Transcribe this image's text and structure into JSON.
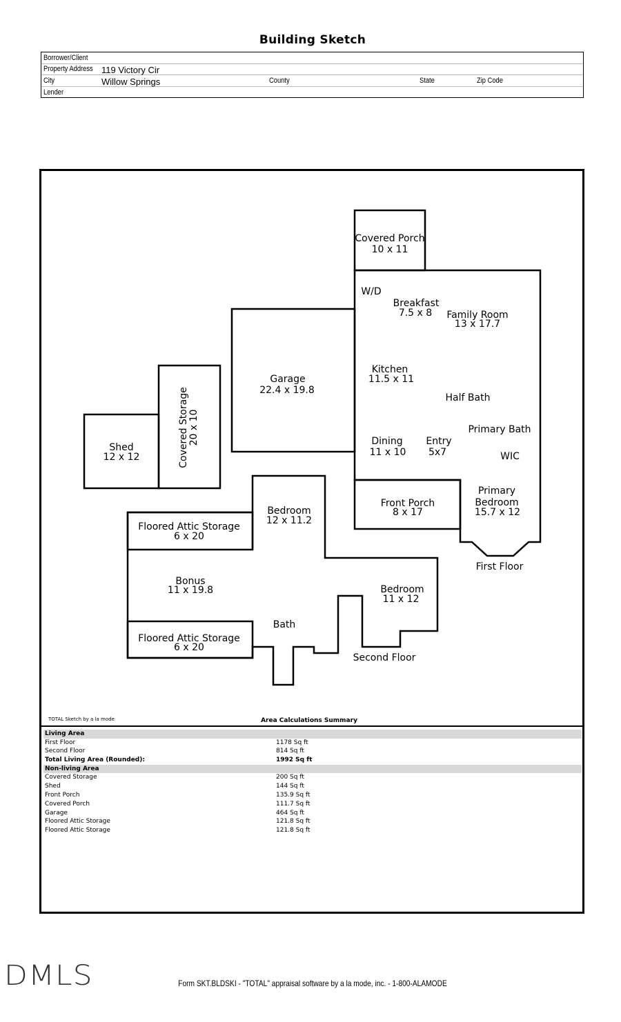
{
  "title": "Building Sketch",
  "header": {
    "borrower_label": "Borrower/Client",
    "borrower_value": "",
    "address_label": "Property Address",
    "address_value": "119 Victory Cir",
    "city_label": "City",
    "city_value": "Willow Springs",
    "county_label": "County",
    "state_label": "State",
    "zip_label": "Zip Code",
    "lender_label": "Lender",
    "lender_value": ""
  },
  "sketch": {
    "rooms": [
      {
        "id": "covered-porch",
        "name": "Covered Porch",
        "dims": "10 x 11"
      },
      {
        "id": "wd",
        "name": "W/D",
        "dims": ""
      },
      {
        "id": "breakfast",
        "name": "Breakfast",
        "dims": "7.5 x 8"
      },
      {
        "id": "family-room",
        "name": "Family Room",
        "dims": "13 x 17.7"
      },
      {
        "id": "garage",
        "name": "Garage",
        "dims": "22.4 x 19.8"
      },
      {
        "id": "kitchen",
        "name": "Kitchen",
        "dims": "11.5 x 11"
      },
      {
        "id": "half-bath",
        "name": "Half Bath",
        "dims": ""
      },
      {
        "id": "primary-bath",
        "name": "Primary Bath",
        "dims": ""
      },
      {
        "id": "dining",
        "name": "Dining",
        "dims": "11 x 10"
      },
      {
        "id": "entry",
        "name": "Entry",
        "dims": "5x7"
      },
      {
        "id": "wic",
        "name": "WIC",
        "dims": ""
      },
      {
        "id": "covered-storage",
        "name": "Covered Storage",
        "dims": "20 x 10"
      },
      {
        "id": "shed",
        "name": "Shed",
        "dims": "12 x 12"
      },
      {
        "id": "front-porch",
        "name": "Front Porch",
        "dims": "8 x 17"
      },
      {
        "id": "primary-bedroom",
        "name1": "Primary",
        "name2": "Bedroom",
        "dims": "15.7 x 12"
      },
      {
        "id": "bedroom-upper",
        "name": "Bedroom",
        "dims": "12 x 11.2"
      },
      {
        "id": "floored-attic-1",
        "name": "Floored Attic Storage",
        "dims": "6 x 20"
      },
      {
        "id": "bonus",
        "name": "Bonus",
        "dims": "11 x 19.8"
      },
      {
        "id": "bedroom-2",
        "name": "Bedroom",
        "dims": "11 x 12"
      },
      {
        "id": "bath",
        "name": "Bath",
        "dims": ""
      },
      {
        "id": "floored-attic-2",
        "name": "Floored Attic Storage",
        "dims": "6 x 20"
      }
    ],
    "first_floor_label": "First Floor",
    "second_floor_label": "Second Floor"
  },
  "credit": "TOTAL Sketch by a la mode",
  "area_summary": {
    "title": "Area Calculations Summary",
    "living_label": "Living Area",
    "living": [
      {
        "name": "First Floor",
        "value": "1178 Sq ft"
      },
      {
        "name": "Second Floor",
        "value": "814 Sq ft"
      }
    ],
    "total_label": "Total Living Area (Rounded):",
    "total_value": "1992 Sq ft",
    "nonliving_label": "Non-living Area",
    "nonliving": [
      {
        "name": "Covered Storage",
        "value": "200 Sq ft"
      },
      {
        "name": "Shed",
        "value": "144 Sq ft"
      },
      {
        "name": "Front Porch",
        "value": "135.9 Sq ft"
      },
      {
        "name": "Covered Porch",
        "value": "111.7 Sq ft"
      },
      {
        "name": "Garage",
        "value": "464 Sq ft"
      },
      {
        "name": "Floored Attic Storage",
        "value": "121.8 Sq ft"
      },
      {
        "name": "Floored Attic Storage",
        "value": "121.8 Sq ft"
      }
    ]
  },
  "watermark": "DMLS",
  "footer": "Form SKT.BLDSKI - \"TOTAL\" appraisal software by a la mode, inc. - 1-800-ALAMODE"
}
